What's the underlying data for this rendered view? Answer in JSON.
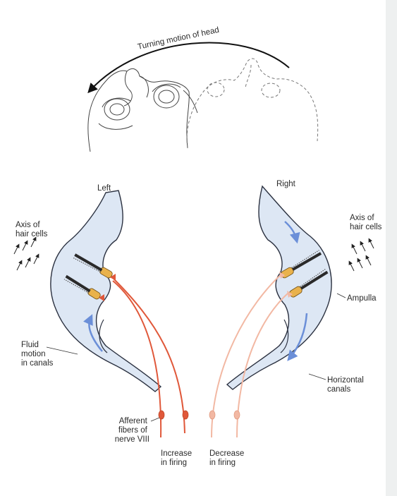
{
  "head_motion_label": "Turning motion of head",
  "left_title": "Left",
  "right_title": "Right",
  "left_axis_label": [
    "Axis of",
    "hair cells"
  ],
  "right_axis_label": [
    "Axis of",
    "hair cells"
  ],
  "ampulla_label": "Ampulla",
  "fluid_label": [
    "Fluid",
    "motion",
    "in canals"
  ],
  "horizontal_canals_label": [
    "Horizontal",
    "canals"
  ],
  "afferent_label": [
    "Afferent",
    "fibers of",
    "nerve VIII"
  ],
  "increase_label": [
    "Increase",
    "in firing"
  ],
  "decrease_label": [
    "Decrease",
    "in firing"
  ],
  "colors": {
    "canal_fill": "#dde7f4",
    "canal_outline": "#2b3140",
    "fluid_arrow": "#6b8fd8",
    "nerve_active": "#e0583a",
    "nerve_inactive": "#f2b8a3",
    "hair_cell": "#e9b24c"
  }
}
